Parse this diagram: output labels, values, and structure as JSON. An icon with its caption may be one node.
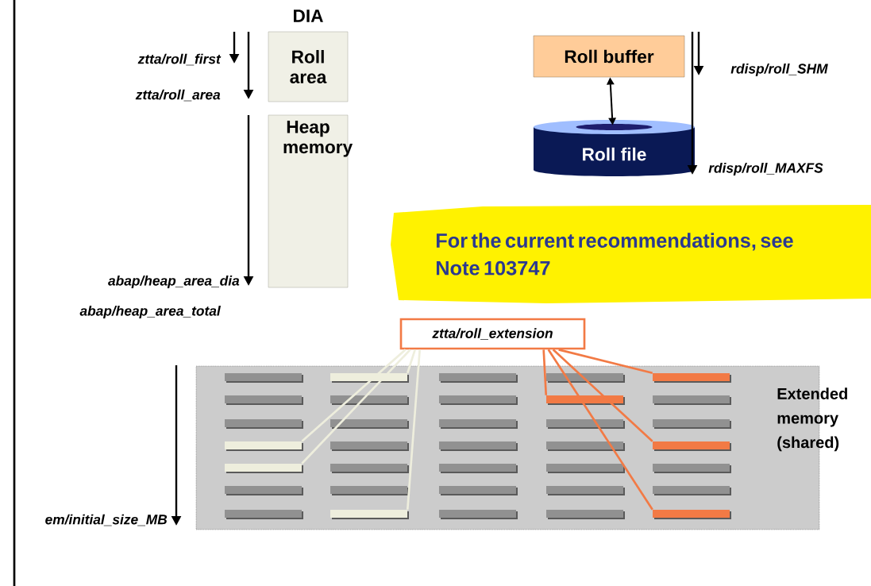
{
  "diagram": {
    "nodes": [
      {
        "text": [
          "Roll area"
        ]
      },
      {
        "text": [
          "Heap memory"
        ]
      },
      {
        "text": [
          "Roll buffer"
        ]
      },
      {
        "text": [
          "Roll  file"
        ]
      },
      {
        "text": [
          "For the current recommendations, see Note 103747"
        ]
      },
      {
        "text": [
          "ztta/roll_extension"
        ]
      },
      {
        "text": [
          "Extended memory (shared)"
        ]
      },
      {
        "text": [],
        "shape": "bar",
        "in": 6
      },
      {
        "text": [],
        "shape": "bar",
        "in": 6
      },
      {
        "text": [],
        "shape": "bar",
        "in": 6
      },
      {
        "text": [],
        "shape": "bar",
        "in": 6
      },
      {
        "text": [],
        "shape": "bar",
        "in": 6
      },
      {
        "text": [],
        "shape": "bar",
        "in": 6
      },
      {
        "text": [],
        "shape": "bar",
        "in": 6
      },
      {
        "text": [],
        "shape": "bar",
        "in": 6
      },
      {
        "text": [],
        "shape": "bar",
        "in": 6
      },
      {
        "text": [],
        "shape": "bar",
        "in": 6
      },
      {
        "text": [],
        "shape": "bar",
        "in": 6
      },
      {
        "text": [],
        "shape": "bar",
        "in": 6
      },
      {
        "text": [],
        "shape": "bar",
        "in": 6
      },
      {
        "text": [],
        "shape": "bar",
        "in": 6
      },
      {
        "text": [],
        "shape": "bar",
        "in": 6
      },
      {
        "text": [],
        "shape": "bar",
        "in": 6
      },
      {
        "text": [],
        "shape": "bar",
        "in": 6
      },
      {
        "text": [],
        "shape": "bar",
        "in": 6
      },
      {
        "text": [],
        "shape": "bar",
        "in": 6
      },
      {
        "text": [],
        "shape": "bar",
        "in": 6
      },
      {
        "text": [],
        "shape": "bar",
        "in": 6
      },
      {
        "text": [],
        "shape": "bar",
        "in": 6
      },
      {
        "text": [],
        "shape": "bar",
        "in": 6
      },
      {
        "text": [],
        "shape": "bar",
        "in": 6
      },
      {
        "text": [],
        "shape": "bar",
        "in": 6
      },
      {
        "text": [],
        "shape": "bar",
        "in": 6
      },
      {
        "text": [],
        "shape": "bar",
        "in": 6
      },
      {
        "text": [],
        "shape": "bar",
        "in": 6
      },
      {
        "text": [],
        "shape": "bar",
        "in": 6
      },
      {
        "text": [],
        "shape": "bar",
        "in": 6
      },
      {
        "text": [],
        "shape": "bar",
        "in": 6
      },
      {
        "text": [],
        "shape": "bar",
        "in": 6
      },
      {
        "text": [],
        "shape": "bar",
        "in": 6
      },
      {
        "text": [],
        "shape": "bar",
        "in": 6
      },
      {
        "text": [],
        "shape": "bar",
        "in": 6
      }
    ],
    "edges": [
      {
        "from": 2,
        "to": 3,
        "arrow": "both",
        "color": "#000000"
      },
      {
        "from": 5,
        "to": 22,
        "arrow": "none",
        "color": "#eeeedd"
      },
      {
        "from": 5,
        "to": 27,
        "arrow": "none",
        "color": "#eeeedd"
      },
      {
        "from": 5,
        "to": 8,
        "arrow": "none",
        "color": "#eeeedd"
      },
      {
        "from": 5,
        "to": 38,
        "arrow": "none",
        "color": "#eeeedd"
      },
      {
        "from": 5,
        "to": 15,
        "arrow": "none",
        "color": "#f27a45"
      },
      {
        "from": 5,
        "to": 11,
        "arrow": "none",
        "color": "#f27a45"
      },
      {
        "from": 5,
        "to": 26,
        "arrow": "none",
        "color": "#f27a45"
      },
      {
        "from": 5,
        "to": 41,
        "arrow": "none",
        "color": "#f27a45"
      }
    ],
    "labels": [
      "DIA",
      "ztta/roll_first",
      "ztta/roll_area",
      "rdisp/roll_SHM",
      "rdisp/roll_MAXFS",
      "abap/heap_area_dia",
      "abap/heap_area_total",
      "em/initial_size_MB"
    ]
  }
}
